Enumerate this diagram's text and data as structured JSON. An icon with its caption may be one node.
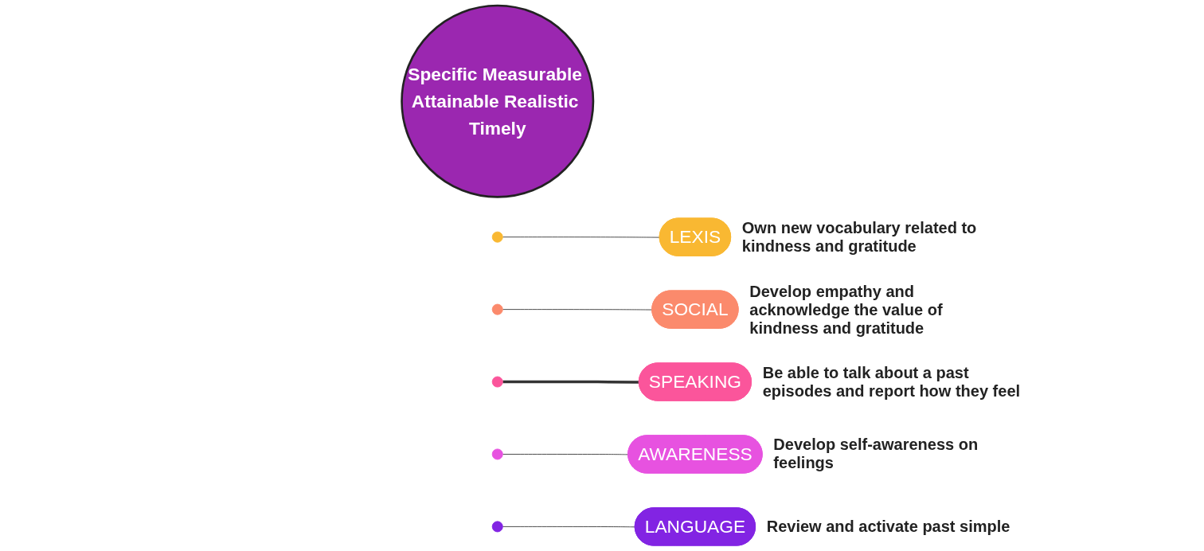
{
  "diagram": {
    "nodes": [
      {
        "text": [
          "Specific Measurable Attainable Realistic Timely"
        ]
      },
      {
        "text": [],
        "shape": "circle"
      },
      {
        "text": [],
        "shape": "circle"
      },
      {
        "text": [],
        "shape": "circle"
      },
      {
        "text": [],
        "shape": "circle"
      },
      {
        "text": [],
        "shape": "circle"
      },
      {
        "text": [
          "LEXIS"
        ],
        "beside": [
          "Own new vocabulary related to kindness and gratitude"
        ]
      },
      {
        "text": [
          "SOCIAL"
        ],
        "beside": [
          "Develop empathy and acknowledge the value of kindness and gratitude"
        ]
      },
      {
        "text": [
          "SPEAKING"
        ],
        "beside": [
          "Be able to talk about a past episodes and report how they feel"
        ]
      },
      {
        "text": [
          "AWARENESS"
        ],
        "beside": [
          "Develop self-awareness on feelings"
        ]
      },
      {
        "text": [
          "LANGUAGE"
        ],
        "beside": [
          "Review and activate past simple"
        ]
      }
    ],
    "edges": [
      {
        "from": 1,
        "to": 6,
        "arrow": "none"
      },
      {
        "from": 2,
        "to": 7,
        "arrow": "none"
      },
      {
        "from": 3,
        "to": 8,
        "arrow": "none",
        "style": "thick"
      },
      {
        "from": 4,
        "to": 9,
        "arrow": "none"
      },
      {
        "from": 5,
        "to": 10,
        "arrow": "none"
      }
    ]
  }
}
